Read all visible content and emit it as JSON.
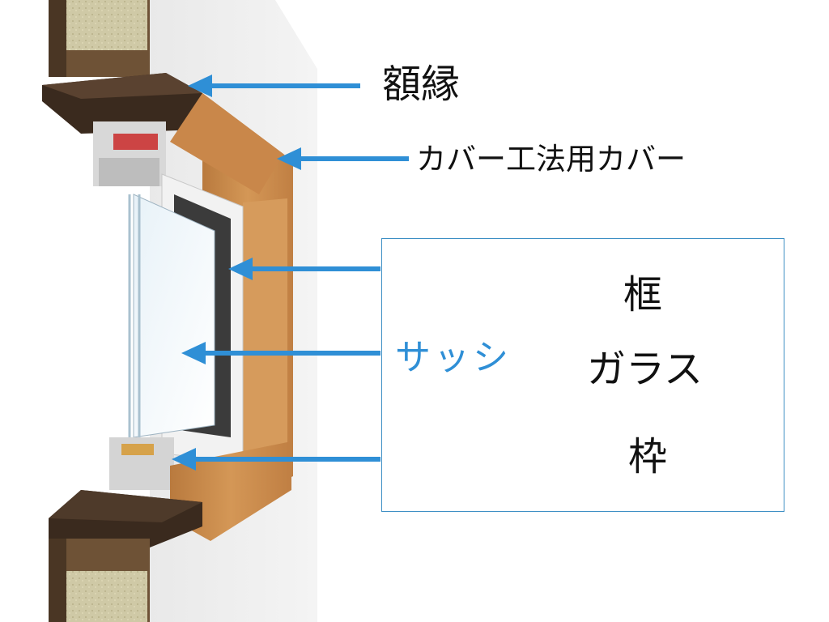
{
  "labels": {
    "gakubuchi": "額縁",
    "cover": "カバー工法用カバー",
    "sash": "サッシ",
    "frame": "框",
    "glass": "ガラス",
    "waku": "枠"
  },
  "colors": {
    "arrow": "#2f8fd6",
    "sash_text": "#2f8fd6",
    "box_border": "#3d8fc4",
    "wood": "#c98a4c",
    "dark_wood": "#3e2c20"
  }
}
